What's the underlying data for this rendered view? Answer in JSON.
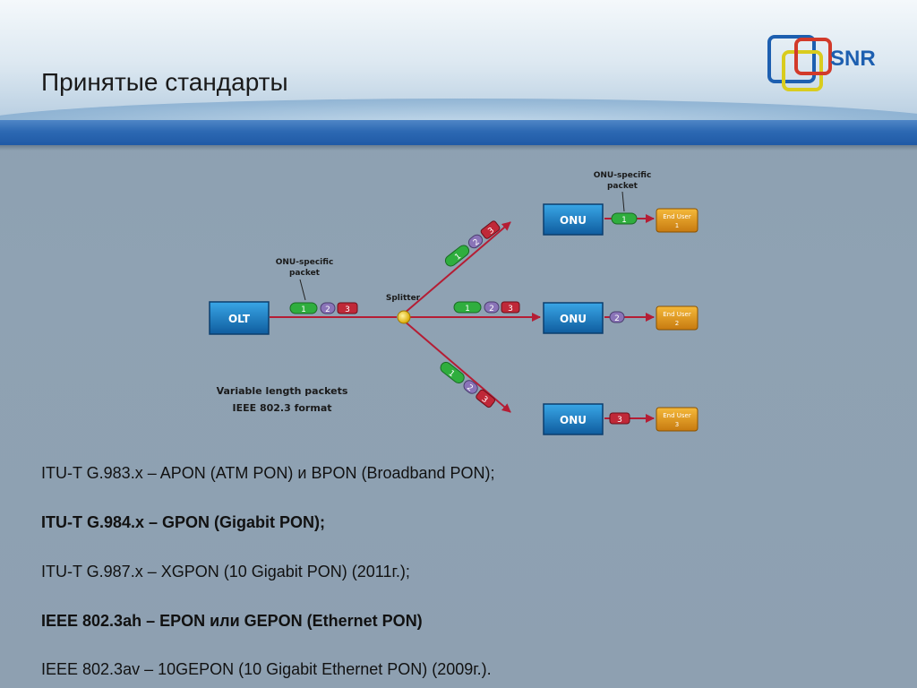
{
  "slide": {
    "title": "Принятые стандарты"
  },
  "logo": {
    "text": "SNR"
  },
  "diagram": {
    "olt_label": "OLT",
    "splitter_label": "Splitter",
    "onu_specific_packet_left": [
      "ONU-specific",
      "packet"
    ],
    "onu_specific_packet_top": [
      "ONU-specific",
      "packet"
    ],
    "format_lines": [
      "Variable length packets",
      "IEEE 802.3 format"
    ],
    "onu_label": "ONU",
    "packet_numbers": [
      "1",
      "2",
      "3"
    ],
    "end_users": [
      {
        "line1": "End User",
        "line2": "1"
      },
      {
        "line1": "End User",
        "line2": "2"
      },
      {
        "line1": "End User",
        "line2": "3"
      }
    ],
    "colors": {
      "olt": "#1f86c8",
      "packet1": "#2fae3e",
      "packet2": "#8a74b8",
      "packet3": "#c02838",
      "enduser": "#e0a020",
      "line": "#b51d34",
      "splitter": "#f2d21a"
    }
  },
  "standards": [
    {
      "text": "ITU-T G.983.x – APON (ATM PON) и BPON (Broadband PON);",
      "bold": false
    },
    {
      "text": "ITU-T G.984.x – GPON (Gigabit PON);",
      "bold": true
    },
    {
      "text": "ITU-T G.987.x – XGPON (10 Gigabit PON) (2011г.);",
      "bold": false
    },
    {
      "text": "IEEE 802.3ah – EPON или GEPON (Ethernet PON)",
      "bold": true
    },
    {
      "text": "IEEE 802.3av – 10GEPON (10 Gigabit Ethernet PON) (2009г.).",
      "bold": false
    }
  ]
}
